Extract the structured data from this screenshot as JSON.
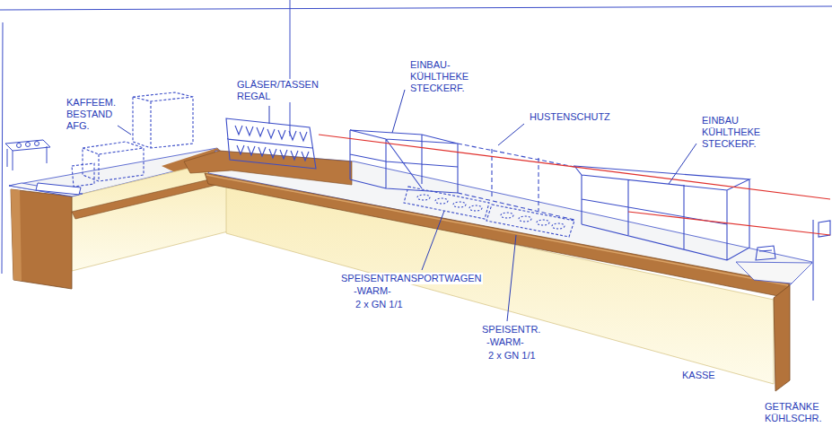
{
  "diagram": {
    "labels": [
      "KAFFEEM. BESTAND AFG.",
      "GLÄSER/TASSEN REGAL",
      "EINBAU- KÜHLTHEKE STECKERF.",
      "HUSTENSCHUTZ",
      "EINBAU KÜHLTHEKE STECKERF.",
      "SPEISENTRANSPORTWAGEN",
      "-WARM-",
      "2 x GN 1/1",
      "SPEISENTR.",
      "-WARM-",
      "2 x GN 1/1",
      "KASSE",
      "GETRÄNKE KÜHLSCHR."
    ]
  }
}
